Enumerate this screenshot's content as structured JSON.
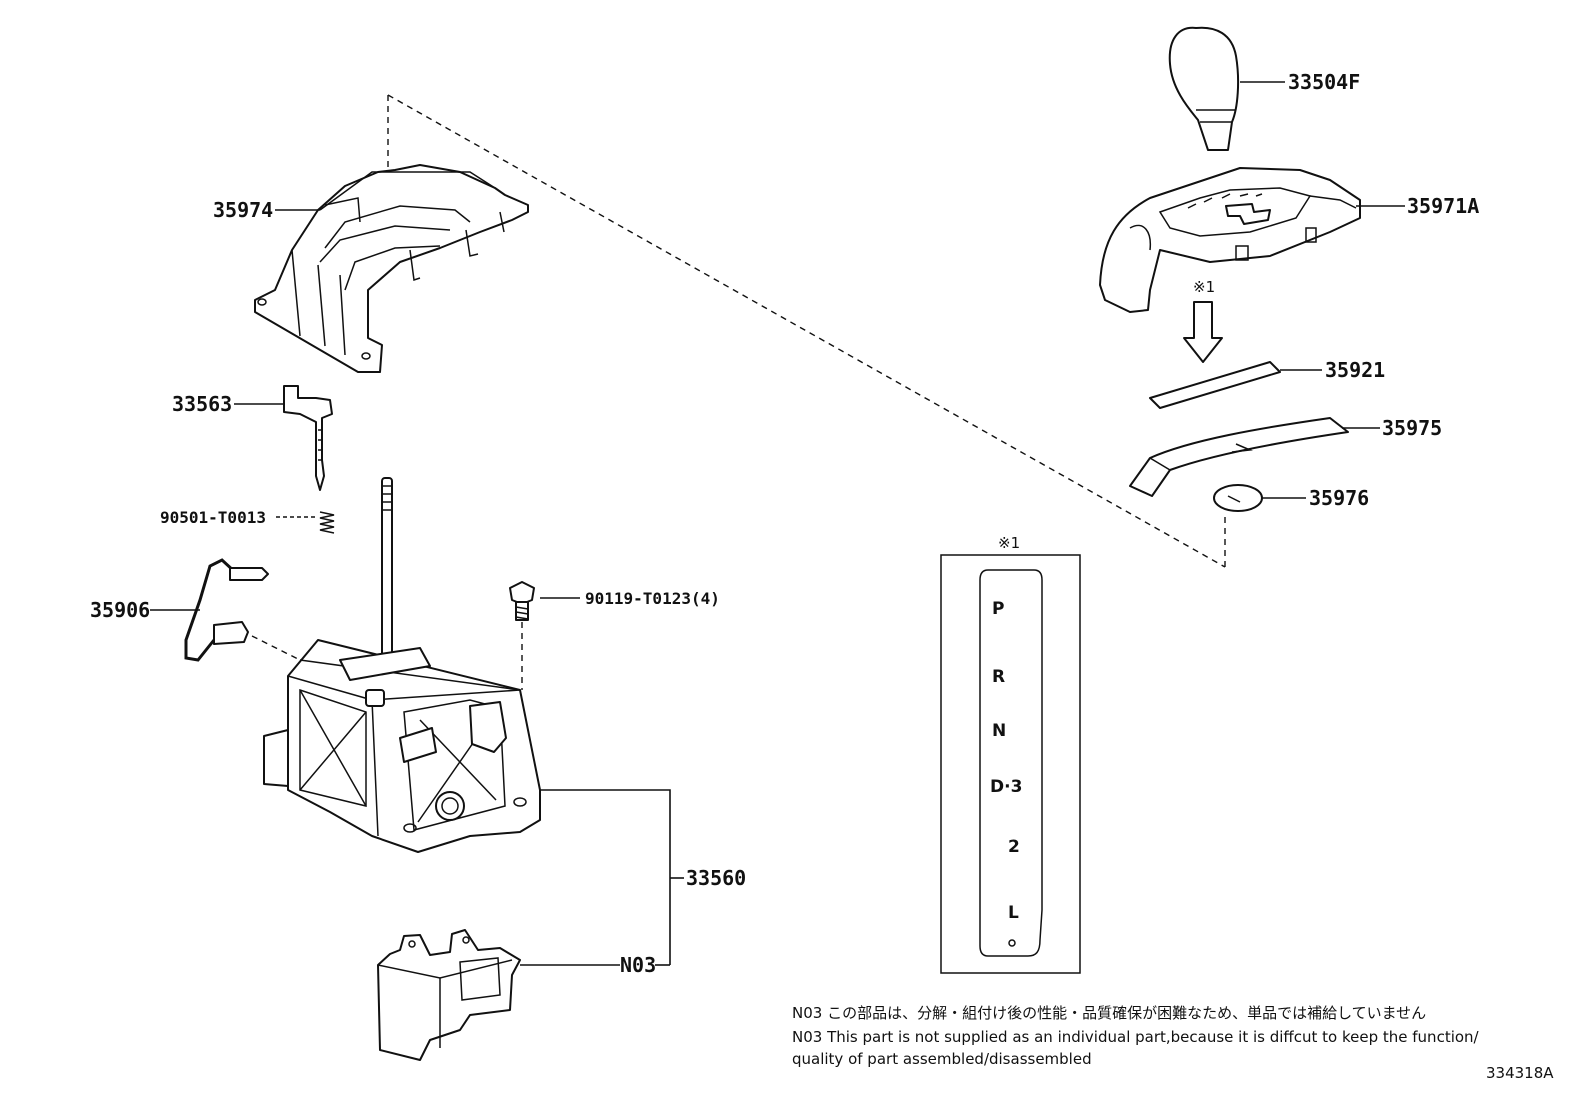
{
  "labels": {
    "p35974": "35974",
    "p33563": "33563",
    "p90501": "90501-T0013",
    "p35906": "35906",
    "p90119": "90119-T0123(4)",
    "p33560": "33560",
    "pN03": "N03",
    "p33504F": "33504F",
    "p35971A": "35971A",
    "ref1": "※1",
    "p35921": "35921",
    "p35975": "35975",
    "p35976": "35976"
  },
  "inset": {
    "title": "※1",
    "gears": [
      "P",
      "R",
      "N",
      "D·3",
      "2",
      "L"
    ]
  },
  "notes": {
    "line1": "N03 この部品は、分解・組付け後の性能・品質確保が困難なため、単品では補給していません",
    "line2": "N03 This part is not supplied as an  individual part,because it is diffcut to keep the function/",
    "line3": "quality of part assembled/disassembled"
  },
  "figure_id": "334318A"
}
